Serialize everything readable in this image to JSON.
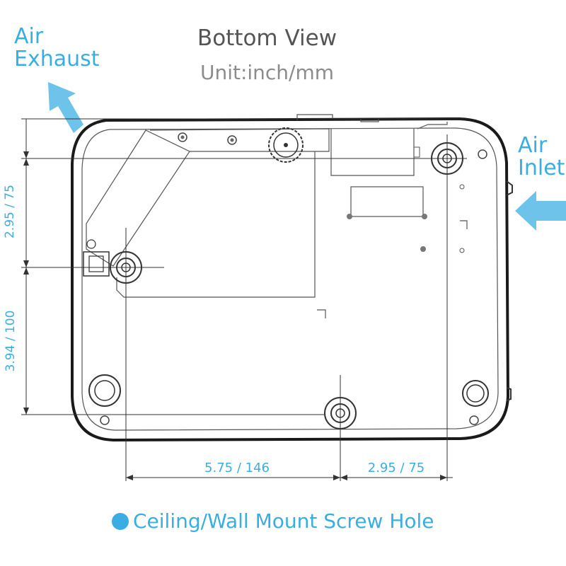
{
  "title": "Bottom View",
  "unit": "Unit:inch/mm",
  "labels": {
    "air_exhaust_line1": "Air",
    "air_exhaust_line2": "Exhaust",
    "air_inlet_line1": "Air",
    "air_inlet_line2": "Inlet"
  },
  "dimensions": {
    "vertical_top": "2.95 / 75",
    "vertical_bottom": "3.94 / 100",
    "horizontal_left": "5.75 / 146",
    "horizontal_right": "2.95 / 75"
  },
  "legend": "Ceiling/Wall Mount Screw Hole",
  "colors": {
    "accent": "#3aaee3",
    "line": "#333333",
    "outline": "#1a1a1a"
  }
}
